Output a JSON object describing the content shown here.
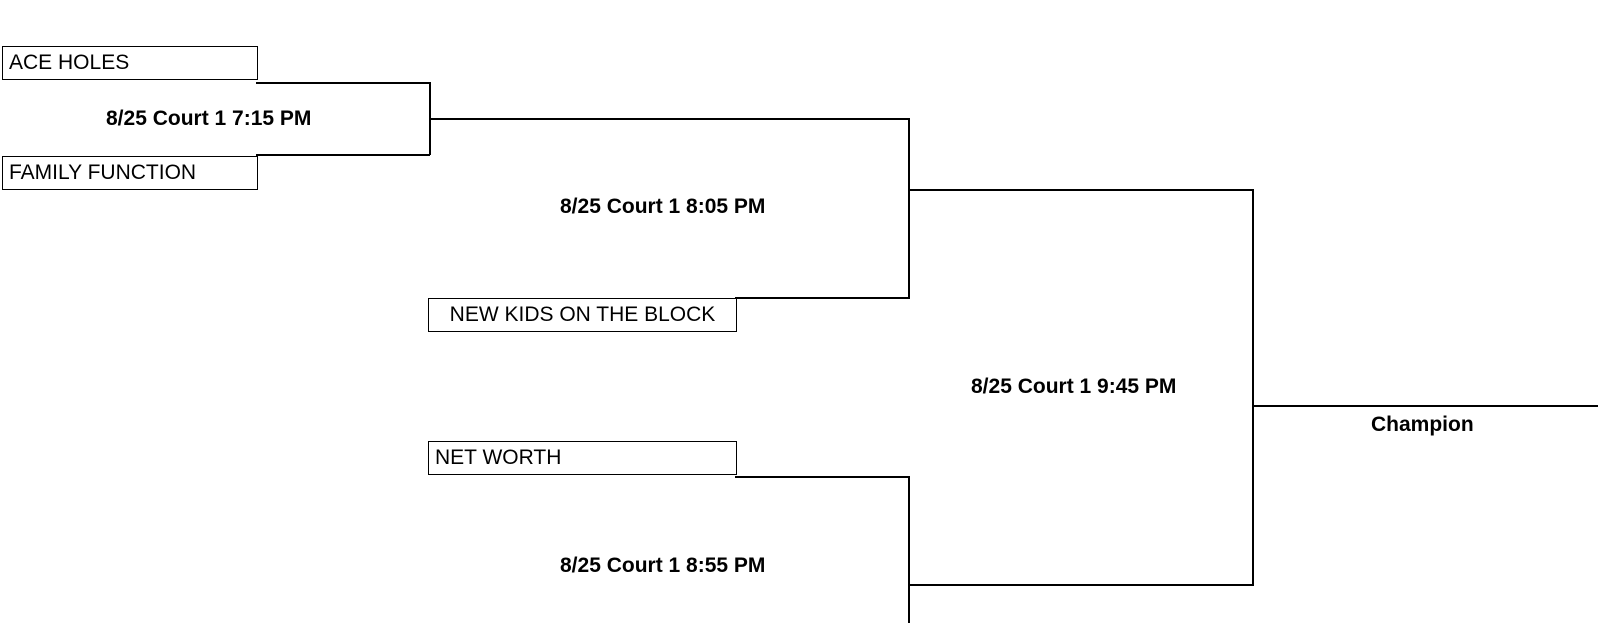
{
  "bracket": {
    "teams": {
      "ace_holes": "ACE HOLES",
      "family_function": "FAMILY FUNCTION",
      "new_kids": "NEW KIDS ON THE BLOCK",
      "net_worth": "NET WORTH"
    },
    "games": {
      "game1": "8/25 Court 1 7:15 PM",
      "game2": "8/25 Court 1 8:05 PM",
      "game3": "8/25 Court 1 8:55 PM",
      "final": "8/25 Court 1 9:45 PM"
    },
    "champion_label": "Champion"
  }
}
